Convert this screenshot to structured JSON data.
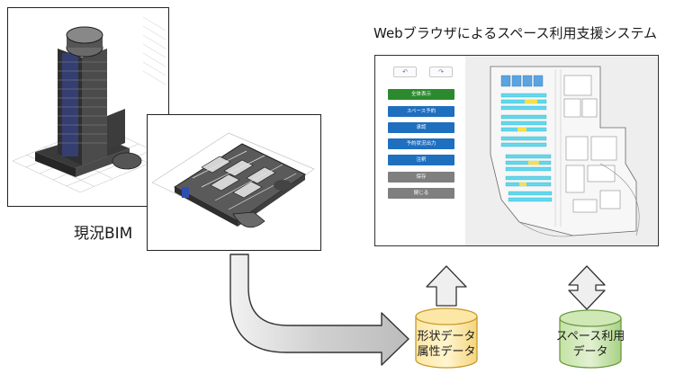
{
  "bim_label": "現況BIM",
  "web_title": "Webブラウザによるスペース利用支援システム",
  "web_ui": {
    "undo_icon": "undo-arrow",
    "redo_icon": "redo-arrow",
    "buttons": [
      {
        "label": "全体表示",
        "color": "#2b8a2e"
      },
      {
        "label": "スペース予約",
        "color": "#1f6fbf"
      },
      {
        "label": "承認",
        "color": "#1f6fbf"
      },
      {
        "label": "予約状況出力",
        "color": "#1f6fbf"
      },
      {
        "label": "注釈",
        "color": "#1f6fbf"
      },
      {
        "label": "保存",
        "color": "#7f7f7f"
      },
      {
        "label": "閉じる",
        "color": "#7f7f7f"
      }
    ]
  },
  "shape_db": {
    "line1": "形状データ",
    "line2": "属性データ",
    "fill": "#fde7a6",
    "stroke": "#c79a2a"
  },
  "space_db": {
    "line1": "スペース利用",
    "line2": "データ",
    "fill": "#cfe8b6",
    "stroke": "#6a9a3e"
  }
}
